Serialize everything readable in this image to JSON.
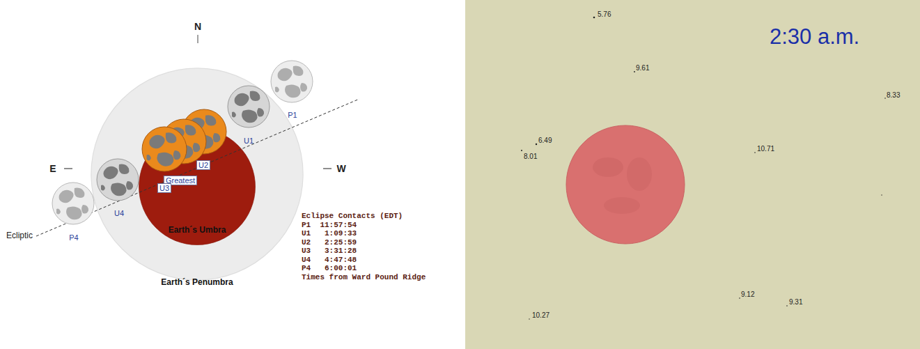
{
  "diagram": {
    "nodes": [
      {
        "text": [
          "Earth´s Penumbra"
        ]
      },
      {
        "text": [
          "Earth´s Umbra"
        ],
        "in": 0
      }
    ],
    "labels": [
      "N",
      "E",
      "W",
      "Ecliptic",
      "P1",
      "U1",
      "U2",
      "Greatest",
      "U3",
      "U4",
      "P4",
      "Eclipse Contacts (EDT)",
      "P1  11:57:54",
      "U1   1:09:33",
      "U2   2:25:59",
      "U3   3:31:28",
      "U4   4:47:48",
      "P4   6:00:01",
      "Times from Ward Pound Ridge",
      "2:30 a.m.",
      "5.76",
      "9.61",
      "8.33",
      "6.49",
      "8.01",
      "10.71",
      "9.12",
      "9.31",
      "10.27"
    ]
  }
}
